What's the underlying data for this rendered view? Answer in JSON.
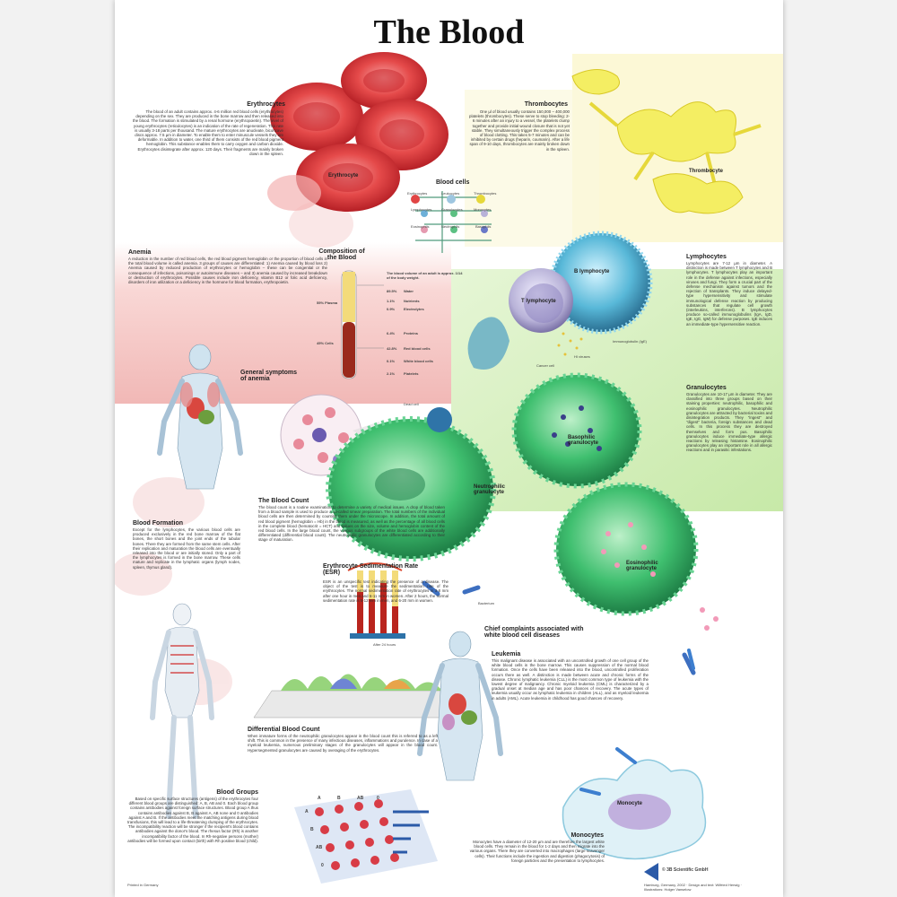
{
  "poster": {
    "title": "The Blood",
    "sections": {
      "erythrocytes": {
        "heading": "Erythrocytes",
        "text": "The blood of an adult contains approx. 4-6 million red blood cells (erythrocytes) depending on the sex. They are produced in the bone marrow and then released into the blood. The formation is stimulated by a renal hormone (erythropoietin). The level of young erythrocytes (reticulocytes) is an indication of the rate of regeneration. This rate is usually 3-18 parts per thousand. The mature erythrocytes are anucleate, biconcave discs approx. 7.5 µm in diameter. To enable them to enter minuscule vessels they are deformable. In addition to water, one third of them consists of the red blood pigment hemoglobin. This substance enables them to carry oxygen and carbon dioxide. Erythrocytes disintegrate after approx. 120 days. Their fragments are mainly broken down in the spleen."
      },
      "thrombocytes": {
        "heading": "Thrombocytes",
        "text": "One µl of blood usually contains 150,000 – 400,000 platelets (thrombocytes). These serve to stop bleeding: 2-6 minutes after an injury to a vessel, the platelets clump together and provide initial wound closure that is not yet stable. They simultaneously trigger the complex process of blood clotting. This takes 5-7 minutes and can be inhibited by certain drugs (heparin, coumarin). After a life span of 9-10 days, thrombocytes are mainly broken down in the spleen."
      },
      "anemia": {
        "heading": "Anemia",
        "text": "A reduction in the number of red blood cells, the red blood pigment hemoglobin or the proportion of blood cells in the total blood volume is called anemia. 3 groups of causes are differentiated: 1) Anemia caused by blood loss 2) Anemia caused by reduced production of erythrocytes or hemoglobin – these can be congenital or the consequence of infections, poisonings or autoimmune diseases – and 3) anemia caused by increased breakdown or destruction of erythrocytes. Possible causes include iron deficiency, vitamin B12 or folic acid deficiency, disorders of iron utilization or a deficiency in the hormone for blood formation, erythropoietin."
      },
      "lymphocytes": {
        "heading": "Lymphocytes",
        "text": "Lymphocytes are 7-12 µm in diameter. A distinction is made between T lymphocytes and B lymphocytes. T lymphocytes play an important role in the defense against infections, especially viruses and fungi. They form a crucial part of the defense mechanism against tumors and the rejection of transplants. They induce delayed-type hypersensitivity and stimulate immunological defense reaction by producing substances that regulate cell growth (interleukins, interferons). B lymphocytes produce so-called immunoglobulins (IgA, IgD, IgE, IgG, IgM) for defense purposes. IgE induces an immediate-type hypersensitive reaction."
      },
      "granulocytes": {
        "heading": "Granulocytes",
        "text": "Granulocytes are 10-17 µm in diameter. They are classified into three groups based on their staining properties: neutrophilic, basophilic and eosinophilic granulocytes. Neutrophilic granulocytes are attracted by bacterial toxins and disintegration products. They \"ingest\" and \"digest\" bacteria, foreign substances and dead cells. In this process they are destroyed themselves and form pus. Basophilic granulocytes induce immediate-type allergic reactions by releasing histamine. Eosinophilic granulocytes play an important role in all allergic reactions and in parasitic infestations."
      },
      "blood_formation": {
        "heading": "Blood Formation",
        "text": "Except for the lymphocytes, the various blood cells are produced exclusively in the red bone marrow of the flat bones, the short bones and the joint ends of the tubular bones. There they are formed from the same stem cells. After their replication and maturation the blood cells are eventually released into the blood or are initially stored. Only a part of the lymphocytes is formed in the bone marrow. These cells mature and replicate in the lymphatic organs (lymph nodes, spleen, thymus gland)."
      },
      "blood_count": {
        "heading": "The Blood Count",
        "text": "The blood count is a routine examination to determine a variety of medical issues. A drop of blood taken from a blood sample is used to produce a so-called smear preparation. The total numbers of the individual blood cells are then determined by counting them under the microscope. In addition, the total amount of red blood pigment (hemoglobin = Hb) in the blood is measured, as well as the percentage of all blood cells in the complete blood (hematocrit = HCT) and values on the size, volume and hemoglobin content of the red blood cells. In the large blood count, the various subgroups of the white blood cells are additionally differentiated (differential blood count). The neutrophilic granulocytes are differentiated according to their stage of maturation."
      },
      "esr": {
        "heading": "Erythrocyte Sedimentation Rate (ESR)",
        "text": "ESR is an unspecific test indicating the presence of a disease. The object of the test is to measure the sedimentation rate of the erythrocytes. The normal sedimentation rate of erythrocytes is 3-8 mm after one hour in men and 6-11 mm in women. After 2 hours, the normal sedimentation rate is 5-12 mm in men, and 6-20 mm in women."
      },
      "differential": {
        "heading": "Differential Blood Count",
        "text": "When immature forms of the neutrophilic granulocytes appear in the blood count this is referred to as a left shift. This is common in the presence of many infectious diseases, inflammations and purulence. In case of a myeloid leukemia, numerous preliminary stages of the granulocytes will appear in the blood count. Hypersegmented granulocytes are caused by overaging of the erythrocytes."
      },
      "blood_groups": {
        "heading": "Blood Groups",
        "text": "Based on specific surface structures (antigens) of the erythrocytes four different blood groups are distinguished: A, B, AB and 0. Each blood group contains antibodies against foreign surface structures. Blood group A thus contains antibodies against B, B against A, AB none and 0 antibodies against A and B. If the antibodies meet the matching antigens during blood transfusions, this will lead to a life-threatening clumping of the erythrocytes. The incompatibility reaction will be stronger if the recipient's blood contains antibodies against the donor's blood. The rhesus factor (Rh) is another incompatibility factor of the blood. In Rh-negative persons (mother) antibodies will be formed upon contact (birth) with Rh positive blood (child)."
      },
      "chief_complaints": {
        "heading": "Chief complaints associated with white blood cell diseases"
      },
      "leukemia": {
        "heading": "Leukemia",
        "text": "This malignant disease is associated with an uncontrolled growth of one cell group of the white blood cells in the bone marrow. This causes suppression of the normal blood formation. Once the cells have been released into the blood, uncontrolled proliferation occurs there as well. A distinction is made between acute and chronic forms of the disease. Chronic lymphatic leukemia (CLL) is the most common type of leukemia with the lowest degree of malignancy. Chronic myeloid leukemia (CML) is characterized by a gradual onset at median age and has poor chances of recovery. The acute types of leukemia usually occur as lymphatic leukemia in children (ALL), and as myeloid leukemia in adults (AML). Acute leukemia in childhood has good chances of recovery."
      },
      "monocytes": {
        "heading": "Monocytes",
        "text": "Monocytes have a diameter of 12-20 µm and are therefore the largest white blood cells. They remain in the blood for 1-2 days and then migrate into the various organs. There they are converted into macrophages (large scavenger cells). Their functions include the ingestion and digestion (phagocytosis) of foreign particles and the presentation to lymphocytes."
      },
      "composition": {
        "heading": "Composition of the Blood",
        "volume_note": "The blood volume of an adult is approx. 1/14 of the body weight."
      },
      "symptoms": {
        "heading": "General symptoms of anemia"
      },
      "blood_cells_tree": {
        "heading": "Blood cells"
      }
    },
    "labels": {
      "erythrocyte": "Erythrocyte",
      "thrombocyte": "Thrombocyte",
      "b_lymphocyte": "B lymphocyte",
      "t_lymphocyte": "T lymphocyte",
      "immunoglobulin": "Immunoglobulin (IgE)",
      "hiv": "HI viruses",
      "cancer_cell": "Cancer cell",
      "dead_cell": "Dead cell",
      "basophilic": "Basophilic granulocyte",
      "neutrophilic": "Neutrophilic granulocyte",
      "eosinophilic": "Eosinophilic granulocyte",
      "bacterium": "Bacterium",
      "monocyte": "Monocyte",
      "after_24h": "After 24 hours"
    },
    "tree_labels": [
      "Erythrocytes",
      "Leukocytes",
      "Thrombocytes",
      "Lymphocytes",
      "Granulocytes",
      "Monocytes",
      "Eosinophils",
      "Neutrophils",
      "Basophils"
    ],
    "composition_rows": [
      {
        "pct": "89.5%",
        "label": "Water"
      },
      {
        "pct": "1.1%",
        "label": "Nutrients"
      },
      {
        "pct": "0.9%",
        "label": "Electrolytes"
      },
      {
        "pct": "6.4%",
        "label": "Proteins"
      },
      {
        "pct": "42.8%",
        "label": "Red blood cells"
      },
      {
        "pct": "0.1%",
        "label": "White blood cells"
      },
      {
        "pct": "2.1%",
        "label": "Platelets"
      }
    ],
    "plasma_label": "55% Plasma",
    "cells_label": "45% Cells",
    "blood_groups_table": {
      "columns": [
        "A",
        "B",
        "AB",
        "0"
      ],
      "rows": [
        "A",
        "B",
        "AB",
        "0"
      ]
    },
    "footer": {
      "printed": "Printed in Germany",
      "publisher": "© 3B Scientific GmbH",
      "credits": "Hamburg, Germany, 2002 · Design and text: Wilfried Herwig · Illustrations: Holger Vanselow"
    }
  },
  "colors": {
    "red_zone": "#f6c9c7",
    "green_zone": "#d9efc2",
    "yellow_zone": "#faf6c8",
    "erythrocyte": "#d9383a",
    "green_cell": "#3fbf6f"
  }
}
